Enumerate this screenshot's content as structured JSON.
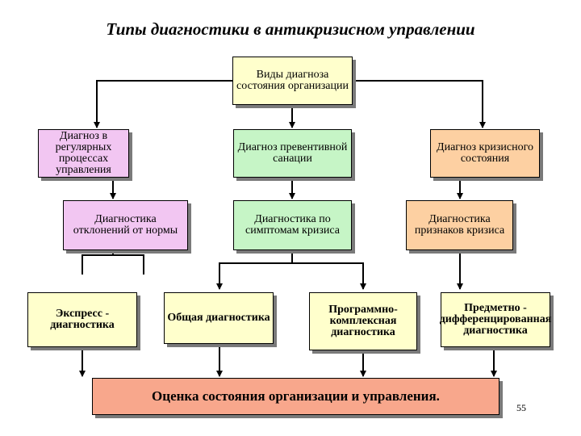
{
  "title": "Типы диагностики в антикризисном управлении",
  "root": {
    "label": "Виды диагноза состояния организации"
  },
  "level1": [
    {
      "label": "Диагноз в регулярных процессах управления"
    },
    {
      "label": "Диагноз превентивной санации"
    },
    {
      "label": "Диагноз кризисного состояния"
    }
  ],
  "level2": [
    {
      "label": "Диагностика отклонений от нормы"
    },
    {
      "label": "Диагностика по симптомам кризиса"
    },
    {
      "label": "Диагностика признаков кризиса"
    }
  ],
  "level3": [
    {
      "label": "Экспресс - диагностика"
    },
    {
      "label": "Общая диагностика"
    },
    {
      "label": "Программно-комплексная диагностика"
    },
    {
      "label": "Предметно - дифференцированная диагностика"
    }
  ],
  "result": {
    "label": "Оценка состояния организации и управления."
  },
  "page_number": "55",
  "colors": {
    "root": "#ffffcc",
    "regular": "#f2c6f2",
    "preventive": "#c6f5c6",
    "crisis": "#fdd0a2",
    "methods": "#ffffcc",
    "result": "#f8a78c",
    "connector": "#000000",
    "shadow": "#7a7a7a"
  }
}
